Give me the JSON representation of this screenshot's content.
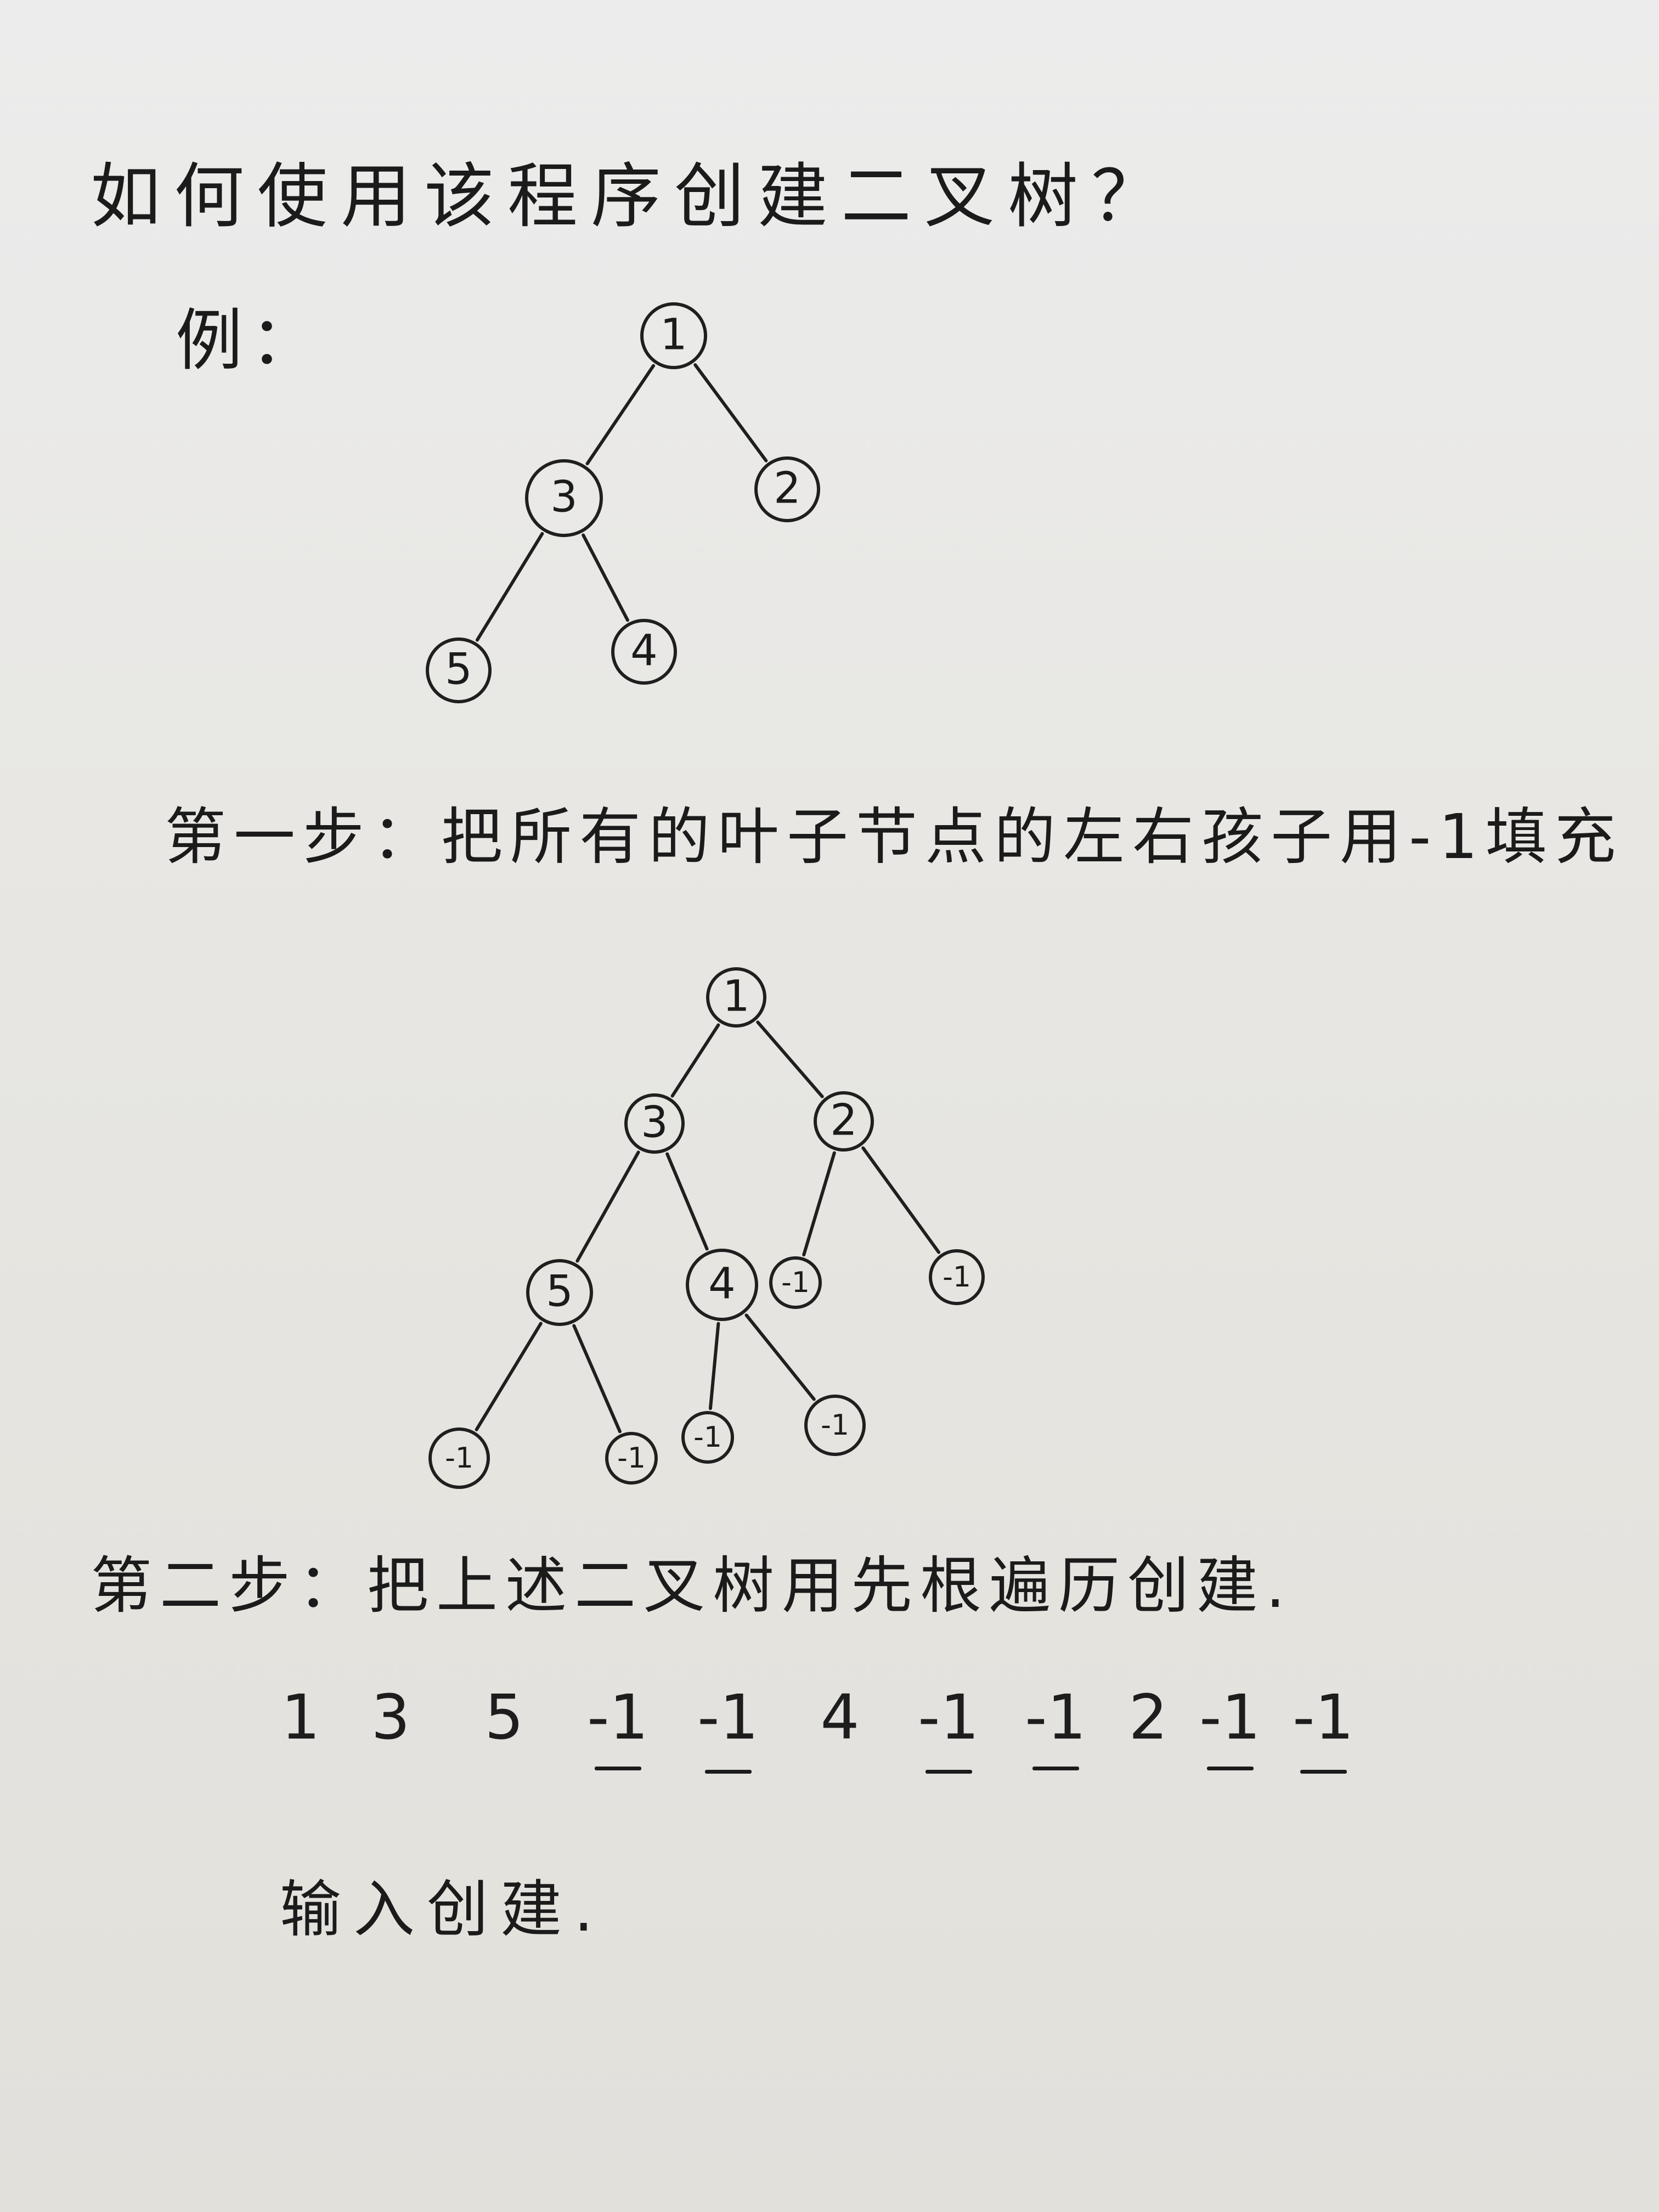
{
  "title": "如何使用该程序创建二叉树？",
  "example_label": "例：",
  "tree_one": {
    "nodes": [
      {
        "id": "n1",
        "label": "1"
      },
      {
        "id": "n3",
        "label": "3"
      },
      {
        "id": "n2",
        "label": "2"
      },
      {
        "id": "n5",
        "label": "5"
      },
      {
        "id": "n4",
        "label": "4"
      }
    ],
    "edges": [
      [
        "n1",
        "n3"
      ],
      [
        "n1",
        "n2"
      ],
      [
        "n3",
        "n5"
      ],
      [
        "n3",
        "n4"
      ]
    ]
  },
  "step1": "第一步：把所有的叶子节点的左右孩子用-1填充",
  "tree_two": {
    "nodes": [
      {
        "id": "m1",
        "label": "1"
      },
      {
        "id": "m3",
        "label": "3"
      },
      {
        "id": "m2",
        "label": "2"
      },
      {
        "id": "m5",
        "label": "5"
      },
      {
        "id": "m4",
        "label": "4"
      },
      {
        "id": "m2l",
        "label": "-1"
      },
      {
        "id": "m2r",
        "label": "-1"
      },
      {
        "id": "m5l",
        "label": "-1"
      },
      {
        "id": "m5r",
        "label": "-1"
      },
      {
        "id": "m4l",
        "label": "-1"
      },
      {
        "id": "m4r",
        "label": "-1"
      }
    ],
    "edges": [
      [
        "m1",
        "m3"
      ],
      [
        "m1",
        "m2"
      ],
      [
        "m3",
        "m5"
      ],
      [
        "m3",
        "m4"
      ],
      [
        "m2",
        "m2l"
      ],
      [
        "m2",
        "m2r"
      ],
      [
        "m5",
        "m5l"
      ],
      [
        "m5",
        "m5r"
      ],
      [
        "m4",
        "m4l"
      ],
      [
        "m4",
        "m4r"
      ]
    ]
  },
  "step2": "第二步：把上述二叉树用先根遍历创建.",
  "sequence": [
    "1",
    "3",
    "5",
    "-1",
    "-1",
    "4",
    "-1",
    "-1",
    "2",
    "-1",
    "-1"
  ],
  "input_create": "输入创建."
}
